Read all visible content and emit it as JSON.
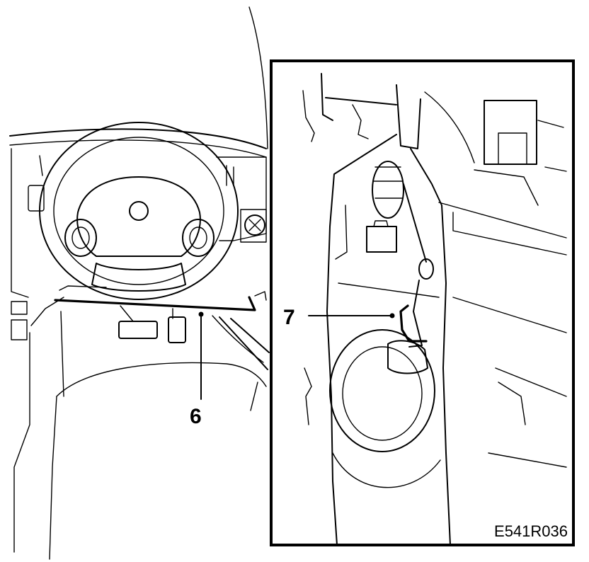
{
  "callouts": {
    "part_6": "6",
    "part_7": "7"
  },
  "figure_code": "E541R036",
  "colors": {
    "line": "#000000",
    "background": "#ffffff"
  }
}
